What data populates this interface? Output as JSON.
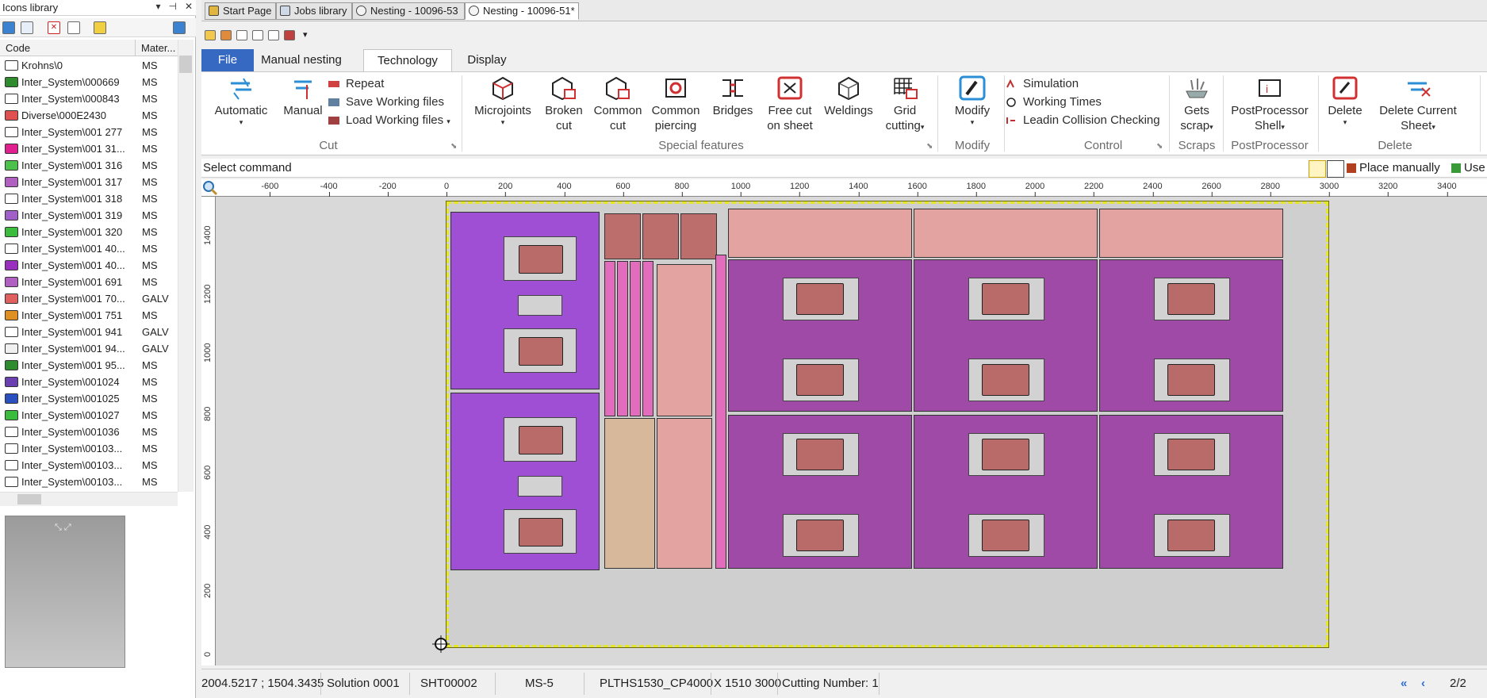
{
  "left_panel": {
    "title": "Icons library",
    "title_buttons": [
      "▾",
      "⊣",
      "✕"
    ],
    "columns": {
      "code": "Code",
      "material": "Mater..."
    },
    "items": [
      {
        "code": "Krohns\\0",
        "material": "MS",
        "color": "#ffffff"
      },
      {
        "code": "Inter_System\\000669",
        "material": "MS",
        "color": "#2e8b2e"
      },
      {
        "code": "Inter_System\\000843",
        "material": "MS",
        "color": "#ffffff"
      },
      {
        "code": "Diverse\\000E2430",
        "material": "MS",
        "color": "#e05050"
      },
      {
        "code": "Inter_System\\001 277",
        "material": "MS",
        "color": "#ffffff"
      },
      {
        "code": "Inter_System\\001 31...",
        "material": "MS",
        "color": "#e0208e"
      },
      {
        "code": "Inter_System\\001 316",
        "material": "MS",
        "color": "#4cc24c"
      },
      {
        "code": "Inter_System\\001 317",
        "material": "MS",
        "color": "#b060c0"
      },
      {
        "code": "Inter_System\\001 318",
        "material": "MS",
        "color": "#ffffff"
      },
      {
        "code": "Inter_System\\001 319",
        "material": "MS",
        "color": "#a060c8"
      },
      {
        "code": "Inter_System\\001 320",
        "material": "MS",
        "color": "#3cbc3c"
      },
      {
        "code": "Inter_System\\001 40...",
        "material": "MS",
        "color": "#ffffff"
      },
      {
        "code": "Inter_System\\001 40...",
        "material": "MS",
        "color": "#9a2fbf"
      },
      {
        "code": "Inter_System\\001 691",
        "material": "MS",
        "color": "#b060c0"
      },
      {
        "code": "Inter_System\\001 70...",
        "material": "GALV",
        "color": "#e06060"
      },
      {
        "code": "Inter_System\\001 751",
        "material": "MS",
        "color": "#e09020"
      },
      {
        "code": "Inter_System\\001 941",
        "material": "GALV",
        "color": "#ffffff"
      },
      {
        "code": "Inter_System\\001 94...",
        "material": "GALV",
        "color": "#f0f0f0"
      },
      {
        "code": "Inter_System\\001 95...",
        "material": "MS",
        "color": "#2e8b2e"
      },
      {
        "code": "Inter_System\\001024",
        "material": "MS",
        "color": "#6a3fb0"
      },
      {
        "code": "Inter_System\\001025",
        "material": "MS",
        "color": "#2a4fbf"
      },
      {
        "code": "Inter_System\\001027",
        "material": "MS",
        "color": "#3cbc3c"
      },
      {
        "code": "Inter_System\\001036",
        "material": "MS",
        "color": "#ffffff"
      },
      {
        "code": "Inter_System\\00103...",
        "material": "MS",
        "color": "#ffffff"
      },
      {
        "code": "Inter_System\\00103...",
        "material": "MS",
        "color": "#ffffff"
      },
      {
        "code": "Inter_System\\00103...",
        "material": "MS",
        "color": "#ffffff"
      }
    ]
  },
  "doc_tabs": [
    {
      "label": "Start Page",
      "active": false
    },
    {
      "label": "Jobs library",
      "active": false
    },
    {
      "label": "Nesting - 10096-53",
      "active": false
    },
    {
      "label": "Nesting - 10096-51*",
      "active": true
    }
  ],
  "ribbon_tabs": {
    "file": "File",
    "manual_nesting": "Manual nesting",
    "technology": "Technology",
    "display": "Display"
  },
  "ribbon": {
    "cut": {
      "automatic": "Automatic",
      "manual": "Manual",
      "repeat": "Repeat",
      "save_working_files": "Save Working files",
      "load_working_files": "Load Working files",
      "group": "Cut"
    },
    "special": {
      "microjoints": "Microjoints",
      "broken_cut_1": "Broken",
      "broken_cut_2": "cut",
      "common_cut_1": "Common",
      "common_cut_2": "cut",
      "common_piercing_1": "Common",
      "common_piercing_2": "piercing",
      "bridges": "Bridges",
      "free_cut_1": "Free cut",
      "free_cut_2": "on sheet",
      "weldings": "Weldings",
      "grid_cutting_1": "Grid",
      "grid_cutting_2": "cutting",
      "group": "Special features"
    },
    "modify": {
      "modify": "Modify",
      "group": "Modify"
    },
    "control": {
      "simulation": "Simulation",
      "working_times": "Working Times",
      "leadin_collision": "Leadin Collision Checking",
      "group": "Control"
    },
    "scraps": {
      "gets_1": "Gets",
      "gets_2": "scrap",
      "group": "Scraps"
    },
    "postprocessor": {
      "pp_1": "PostProcessor",
      "pp_2": "Shell",
      "group": "PostProcessor"
    },
    "delete": {
      "delete": "Delete",
      "delete_current_1": "Delete Current",
      "delete_current_2": "Sheet",
      "group": "Delete"
    }
  },
  "command": {
    "prompt": "Select command",
    "place_manually": "Place manually",
    "use": "Use"
  },
  "ruler": {
    "h_ticks": [
      "-600",
      "-400",
      "-200",
      "0",
      "200",
      "400",
      "600",
      "800",
      "1000",
      "1200",
      "1400",
      "1600",
      "1800",
      "2000",
      "2200",
      "2400",
      "2600",
      "2800",
      "3000",
      "3200",
      "3400"
    ],
    "v_ticks": [
      "1400",
      "1200",
      "1000",
      "800",
      "600",
      "400",
      "200",
      "0"
    ]
  },
  "status": {
    "coords": "2004.5217 ; 1504.3435",
    "solution": "Solution 0001",
    "sheet": "SHT00002",
    "material": "MS-5",
    "plate": "PLTHS1530_CP4000",
    "dims": "3000 X 1510",
    "cutting_number": "Cutting Number: 1",
    "page": "2/2"
  },
  "colors": {
    "file_tab": "#3569c2",
    "sheet_border": "#e6e62a"
  }
}
